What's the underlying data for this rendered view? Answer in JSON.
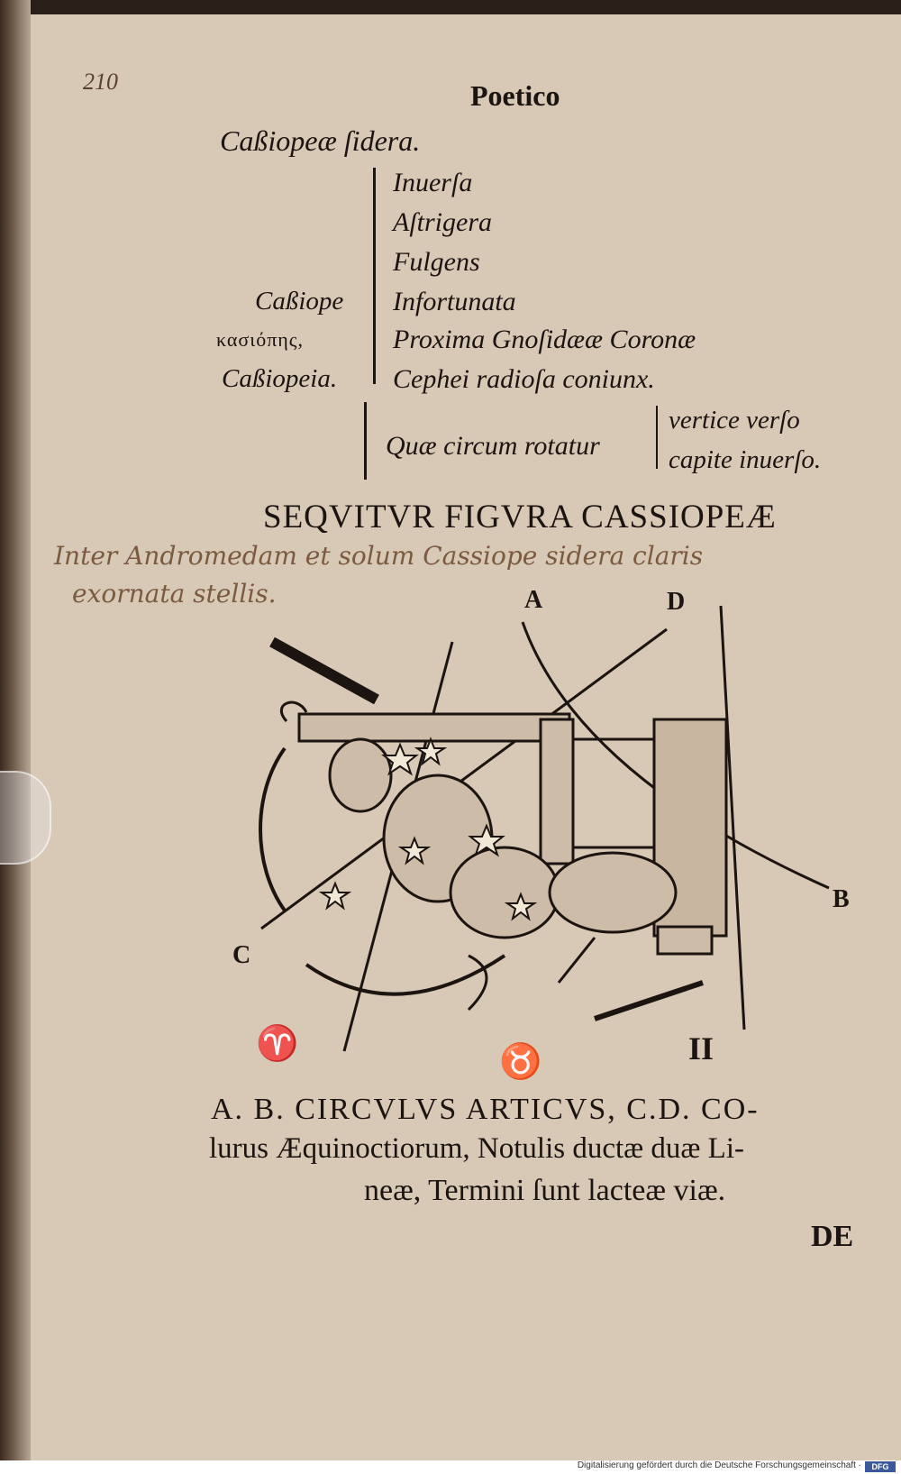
{
  "folio": "210",
  "running_head": "Poetico",
  "heading": "Caßiopeæ ſidera.",
  "names": {
    "latin": "Caßiope",
    "greek": "κασιόπης,",
    "alt": "Caßiopeia."
  },
  "epithets": [
    "Inuerſa",
    "Aſtrigera",
    "Fulgens",
    "Infortunata",
    "Proxima Gnoſidææ Coronæ",
    "Cephei radioſa coniunx."
  ],
  "rotation": {
    "label": "Quæ circum rotatur",
    "options": [
      "vertice verſo",
      "capite inuerſo."
    ]
  },
  "section_title": "SEQVITVR FIGVRA CASSIOPEÆ",
  "marginalia": [
    "Inter Andromedam et solum Cassiope sidera claris",
    "exornata stellis."
  ],
  "figure": {
    "labels": [
      "A",
      "B",
      "C",
      "D"
    ],
    "zodiac": [
      "♈",
      "♉",
      "II"
    ]
  },
  "caption": [
    "A. B. CIRCVLVS ARTICVS, C.D. CO-",
    "lurus Æquinoctiorum, Notulis ductæ duæ Li-",
    "neæ, Termini ſunt lacteæ viæ."
  ],
  "catchword": "DE",
  "footer": {
    "credit": "Digitalisierung gefördert durch die Deutsche Forschungsgemeinschaft ·",
    "logo": "DFG"
  }
}
